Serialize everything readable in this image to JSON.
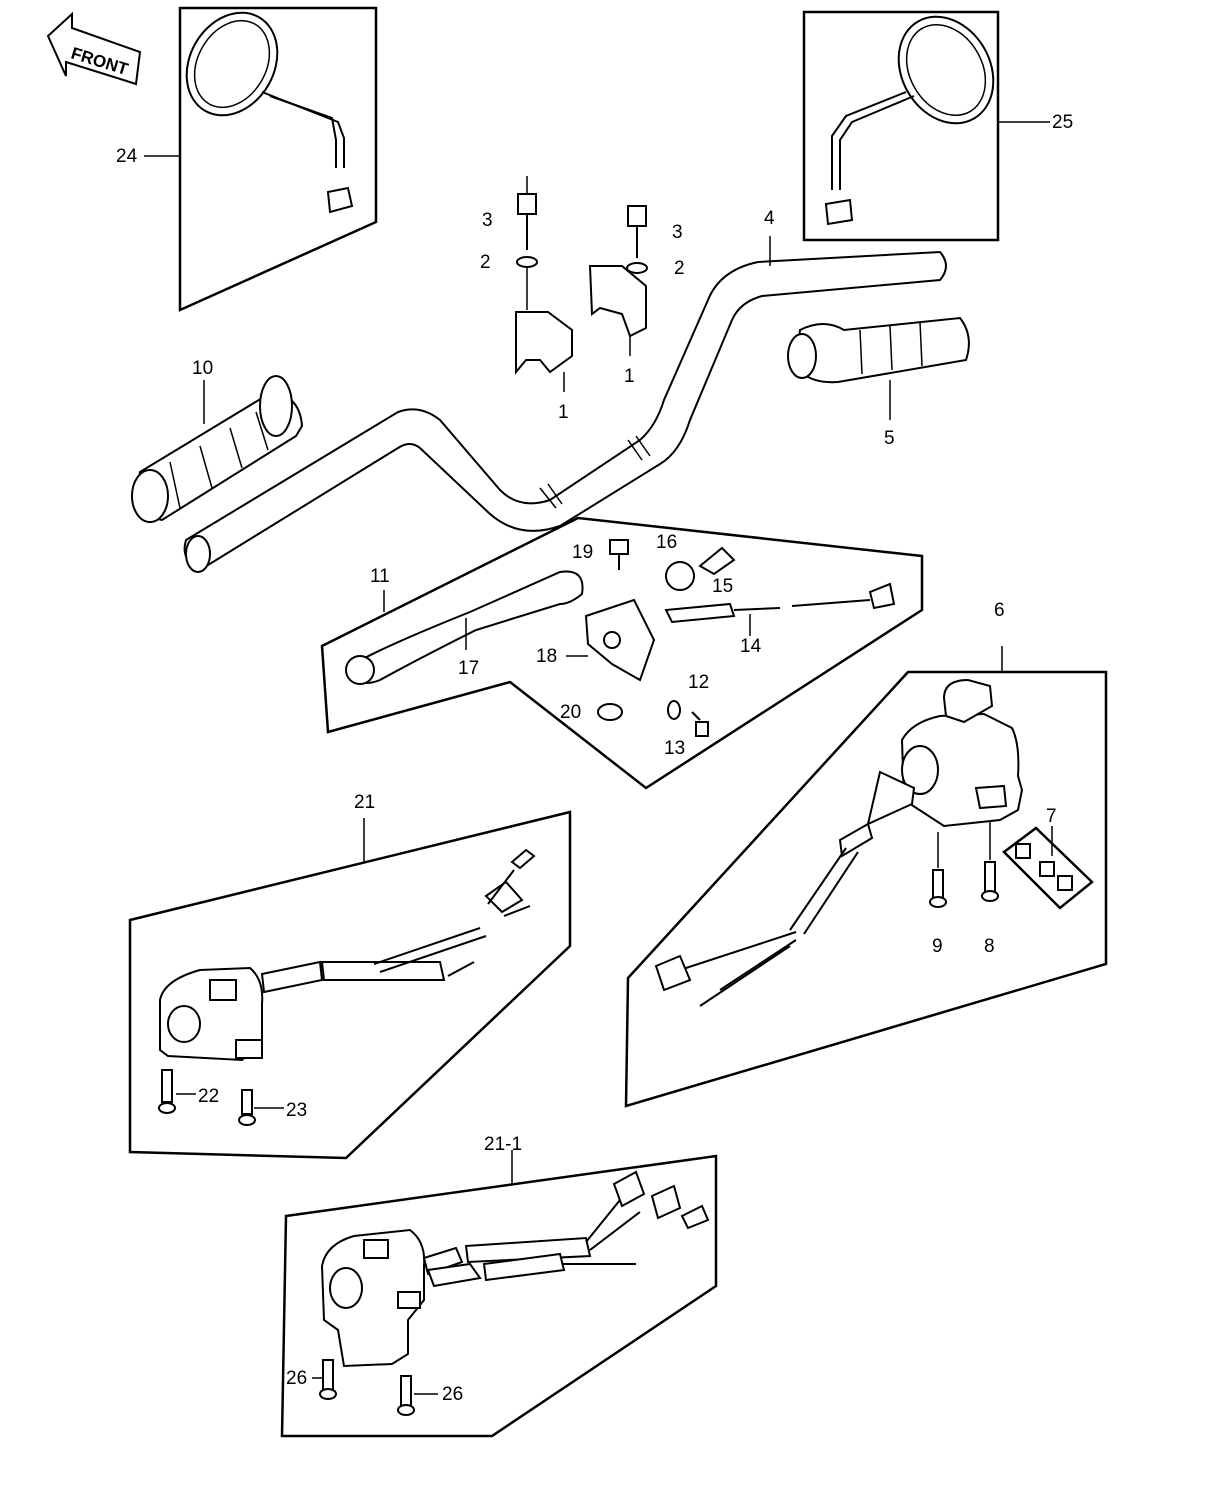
{
  "front_label": "FRONT",
  "labels": {
    "p1a": "1",
    "p1b": "1",
    "p2a": "2",
    "p2b": "2",
    "p3a": "3",
    "p3b": "3",
    "p4": "4",
    "p5": "5",
    "p6": "6",
    "p7": "7",
    "p8": "8",
    "p9": "9",
    "p10": "10",
    "p11": "11",
    "p12": "12",
    "p13": "13",
    "p14": "14",
    "p15": "15",
    "p16": "16",
    "p17": "17",
    "p18": "18",
    "p19": "19",
    "p20": "20",
    "p21": "21",
    "p21_1": "21-1",
    "p22": "22",
    "p23": "23",
    "p24": "24",
    "p25": "25",
    "p26a": "26",
    "p26b": "26"
  }
}
